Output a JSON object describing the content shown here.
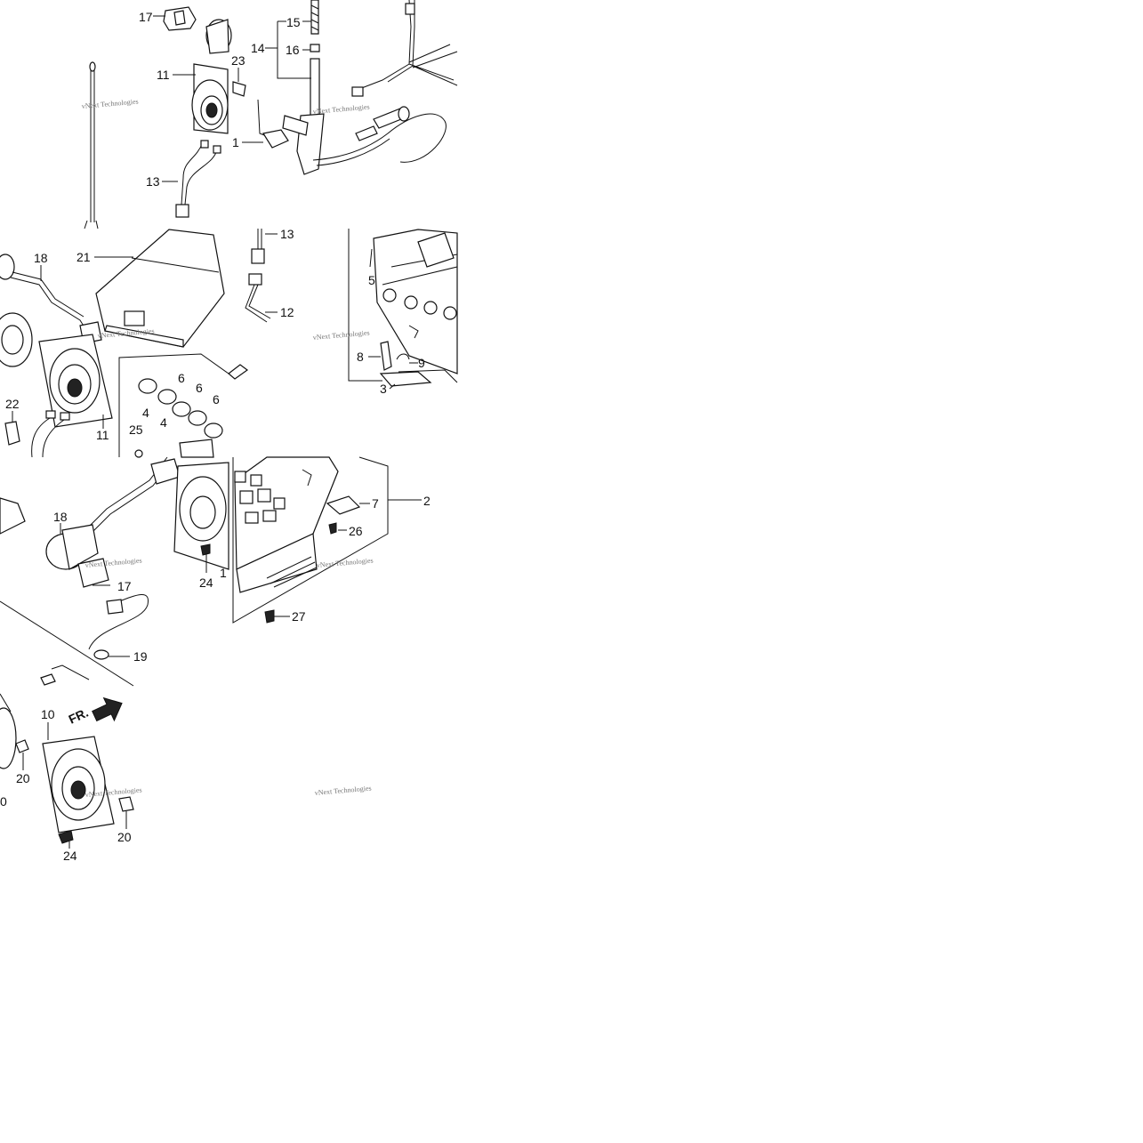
{
  "watermark": "vNext Technologies",
  "direction_label": "FR.",
  "callouts": {
    "c17a": "17",
    "c11a": "11",
    "c23": "23",
    "c15": "15",
    "c14": "14",
    "c16": "16",
    "c1a": "1",
    "c13a": "13",
    "c13b": "13",
    "c21": "21",
    "c18a": "18",
    "c12": "12",
    "c5": "5",
    "c8": "8",
    "c9": "9",
    "c3": "3",
    "c6a": "6",
    "c6b": "6",
    "c6c": "6",
    "c4a": "4",
    "c4b": "4",
    "c22": "22",
    "c11b": "11",
    "c25": "25",
    "c18b": "18",
    "c7": "7",
    "c2": "2",
    "c26": "26",
    "c24a": "24",
    "c1b": "1",
    "c17b": "17",
    "c27": "27",
    "c19": "19",
    "c10": "10",
    "c20a": "20",
    "c0": "0",
    "c20b": "20",
    "c24b": "24"
  }
}
